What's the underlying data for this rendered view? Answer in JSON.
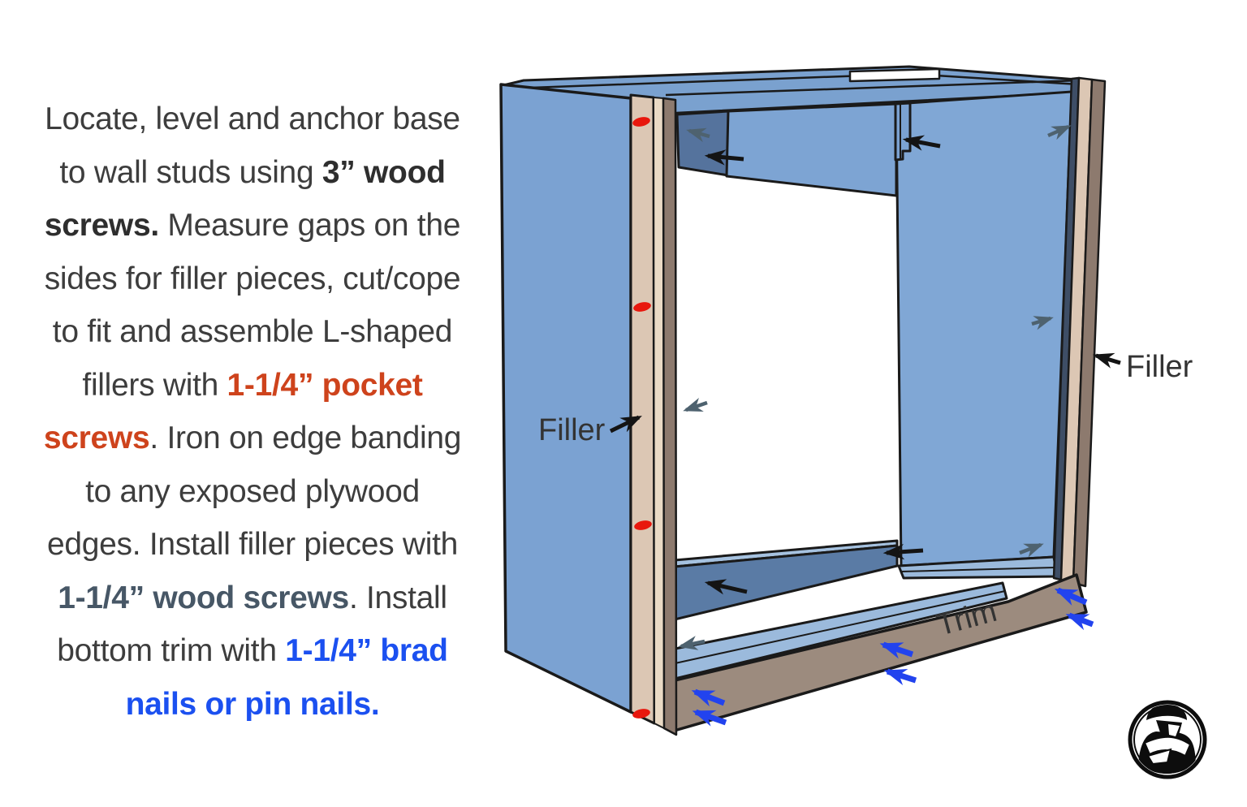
{
  "instructions": {
    "lines": [
      {
        "segments": [
          {
            "text": "Locate, level and anchor base",
            "style": "normal"
          }
        ]
      },
      {
        "segments": [
          {
            "text": "to wall studs using ",
            "style": "normal"
          },
          {
            "text": "3” wood",
            "style": "bold-black"
          }
        ]
      },
      {
        "segments": [
          {
            "text": "screws.",
            "style": "bold-black"
          },
          {
            "text": " Measure gaps on the",
            "style": "normal"
          }
        ]
      },
      {
        "segments": [
          {
            "text": "sides for filler pieces, cut/cope",
            "style": "normal"
          }
        ]
      },
      {
        "segments": [
          {
            "text": "to fit and assemble L-shaped",
            "style": "normal"
          }
        ]
      },
      {
        "segments": [
          {
            "text": "fillers with ",
            "style": "normal"
          },
          {
            "text": "1-1/4” pocket",
            "style": "bold-red"
          }
        ]
      },
      {
        "segments": [
          {
            "text": "screws",
            "style": "bold-red"
          },
          {
            "text": ". Iron on edge banding",
            "style": "normal"
          }
        ]
      },
      {
        "segments": [
          {
            "text": "to any exposed plywood",
            "style": "normal"
          }
        ]
      },
      {
        "segments": [
          {
            "text": "edges. Install filler pieces with",
            "style": "normal"
          }
        ]
      },
      {
        "segments": [
          {
            "text": "1-1/4” wood screws",
            "style": "bold-slate"
          },
          {
            "text": ". Install",
            "style": "normal"
          }
        ]
      },
      {
        "segments": [
          {
            "text": "bottom trim with ",
            "style": "normal"
          },
          {
            "text": "1-1/4” brad",
            "style": "bold-blue"
          }
        ]
      },
      {
        "segments": [
          {
            "text": "nails or pin nails.",
            "style": "bold-blue"
          }
        ]
      }
    ]
  },
  "diagram": {
    "labels": {
      "filler_left": "Filler",
      "filler_right": "Filler",
      "trim": "Trim"
    },
    "pocket_hole_dot_count": 4
  },
  "icons": {
    "logo": "craftsman-avatar-circle-logo"
  },
  "colors": {
    "panel_blue": "#7BA2D2",
    "panel_blue_light": "#9BBADC",
    "panel_blue_dark": "#55739D",
    "stretcher_blue_dark": "#5A7BA5",
    "edge_navy": "#3E4E66",
    "filler_tan": "#DCC7B4",
    "filler_tan_light": "#EADAC5",
    "filler_tan_dark": "#8D7A6E",
    "trim_tan": "#9C8B7E",
    "pocket_hole_red": "#E8170D",
    "arrow_black": "#141414",
    "arrow_gray": "#4E626F",
    "arrow_blue": "#2243EE",
    "text_normal": "#3D3D3D",
    "text_red": "#CE431C",
    "text_slate": "#475766",
    "text_blue": "#1B50F0"
  }
}
